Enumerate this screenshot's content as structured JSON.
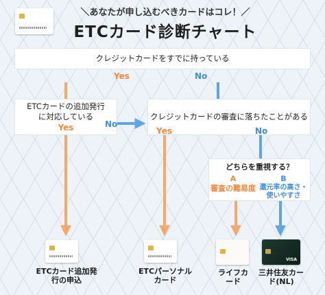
{
  "header": {
    "subtitle": "＼あなたが申し込むべきカードはコレ！／",
    "title": "ETCカード診断チャート"
  },
  "q1": {
    "text": "クレジットカードをすでに持っている",
    "yes": "Yes",
    "no": "No"
  },
  "q2": {
    "text": "ETCカードの追加発行に対応している",
    "yes": "Yes",
    "no": "No"
  },
  "q3": {
    "text": "クレジットカードの審査に落ちたことがある",
    "yes": "Yes",
    "no": "No"
  },
  "q4": {
    "text": "どちらを重視する？",
    "option_a_letter": "A",
    "option_a_text": "審査の難易度",
    "option_b_letter": "B",
    "option_b_text": "還元率の高さ・使いやすさ"
  },
  "results": [
    {
      "label": "ETCカード追加発行の申込",
      "icon": "card-icon"
    },
    {
      "label": "ETCパーソナルカード",
      "icon": "card-icon"
    },
    {
      "label": "ライフカード",
      "icon": "life-card-icon"
    },
    {
      "label": "三井住友カード(NL)",
      "icon": "smbc-card-icon"
    }
  ],
  "colors": {
    "yes": "#f0883e",
    "no": "#3e8fdb"
  }
}
